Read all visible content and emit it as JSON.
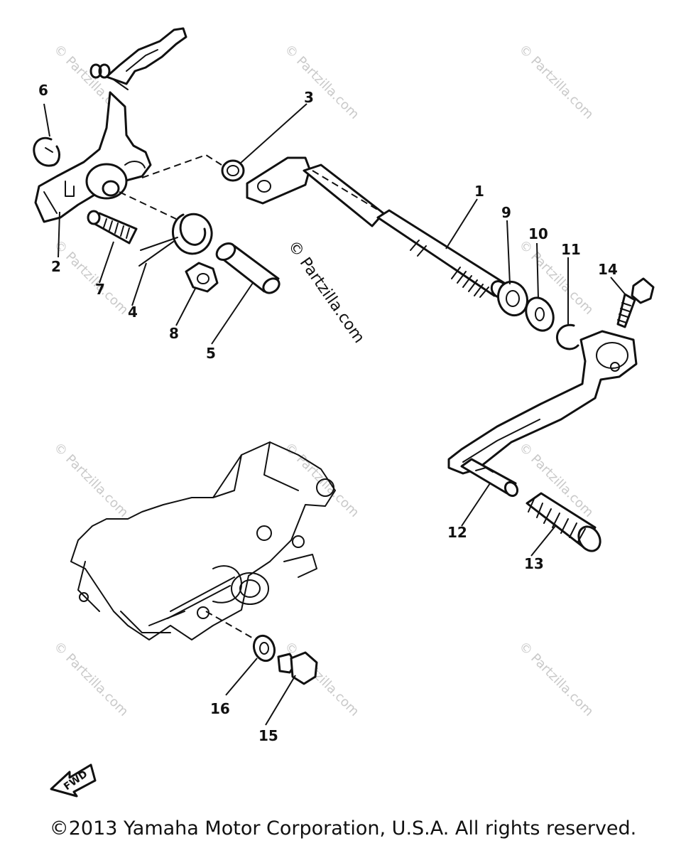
{
  "watermark": "© Partzilla.com",
  "center_watermark": "© Partzilla.com",
  "callouts": {
    "c1": "1",
    "c2": "2",
    "c3": "3",
    "c4": "4",
    "c5": "5",
    "c6": "6",
    "c7": "7",
    "c8": "8",
    "c9": "9",
    "c10": "10",
    "c11": "11",
    "c12": "12",
    "c13": "13",
    "c14": "14",
    "c15": "15",
    "c16": "16"
  },
  "fwd_label": "FWD",
  "copyright": "©2013 Yamaha Motor Corporation, U.S.A. All rights reserved."
}
